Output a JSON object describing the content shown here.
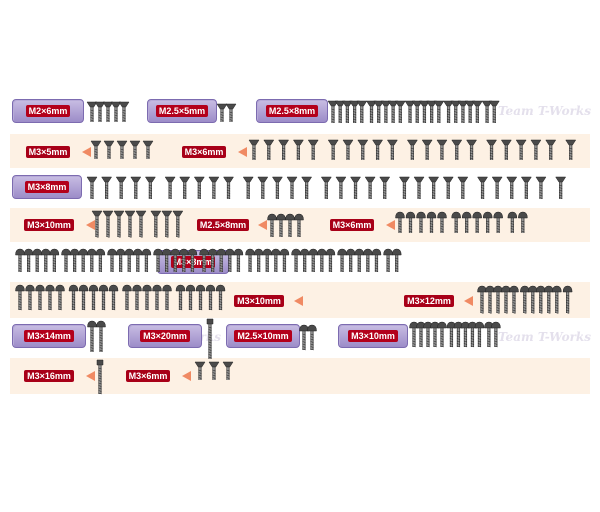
{
  "watermark": "Team T-Works",
  "colors": {
    "accent": "#f08a63",
    "label_box": "#a897cf",
    "tag": "#a80018",
    "band": "#fdf1e4"
  },
  "rows": [
    {
      "labels": [
        {
          "text": "M2×6mm",
          "style": "box",
          "count": 5,
          "head": "cs",
          "len": 20
        },
        {
          "text": "M2.5×5mm",
          "style": "box",
          "count": 2,
          "head": "cs",
          "len": 18
        },
        {
          "text": "M2.5×8mm",
          "style": "box",
          "count": 22,
          "head": "cs",
          "len": 22
        }
      ]
    },
    {
      "labels": [
        {
          "text": "M3×5mm",
          "style": "tag",
          "count": 5,
          "head": "cs",
          "len": 18
        },
        {
          "text": "M3×6mm",
          "style": "tag",
          "count": 21,
          "head": "cs",
          "len": 20
        }
      ]
    },
    {
      "labels": [
        {
          "text": "M3×8mm",
          "style": "box",
          "count": 31,
          "head": "cs",
          "len": 22
        }
      ]
    },
    {
      "labels": [
        {
          "text": "M3×10mm",
          "style": "tag",
          "count": 8,
          "head": "cs",
          "len": 26
        },
        {
          "text": "M2.5×8mm",
          "style": "tag",
          "count": 4,
          "head": "button",
          "len": 22
        },
        {
          "text": "M3×6mm",
          "style": "tag",
          "count": 12,
          "head": "button",
          "len": 20
        }
      ]
    },
    {
      "labels": [
        {
          "text": "M3×8mm",
          "style": "box",
          "count": 42,
          "head": "button",
          "len": 22
        }
      ]
    },
    {
      "labels": [
        {
          "text": "M3×10mm",
          "style": "tag",
          "count": 20,
          "head": "button",
          "len": 24
        },
        {
          "text": "M3×12mm",
          "style": "tag",
          "count": 11,
          "head": "button",
          "len": 26
        }
      ]
    },
    {
      "labels": [
        {
          "text": "M3×14mm",
          "style": "box",
          "count": 2,
          "head": "button",
          "len": 30
        },
        {
          "text": "M3×20mm",
          "style": "box",
          "count": 1,
          "head": "cap",
          "len": 40
        },
        {
          "text": "M2.5×10mm",
          "style": "box",
          "count": 2,
          "head": "button",
          "len": 24
        },
        {
          "text": "M3×10mm",
          "style": "box",
          "count": 12,
          "head": "button",
          "len": 24
        }
      ]
    },
    {
      "labels": [
        {
          "text": "M3×16mm",
          "style": "tag",
          "count": 1,
          "head": "cap",
          "len": 34
        },
        {
          "text": "M3×6mm",
          "style": "tag",
          "count": 3,
          "head": "cs",
          "len": 18
        }
      ]
    }
  ]
}
